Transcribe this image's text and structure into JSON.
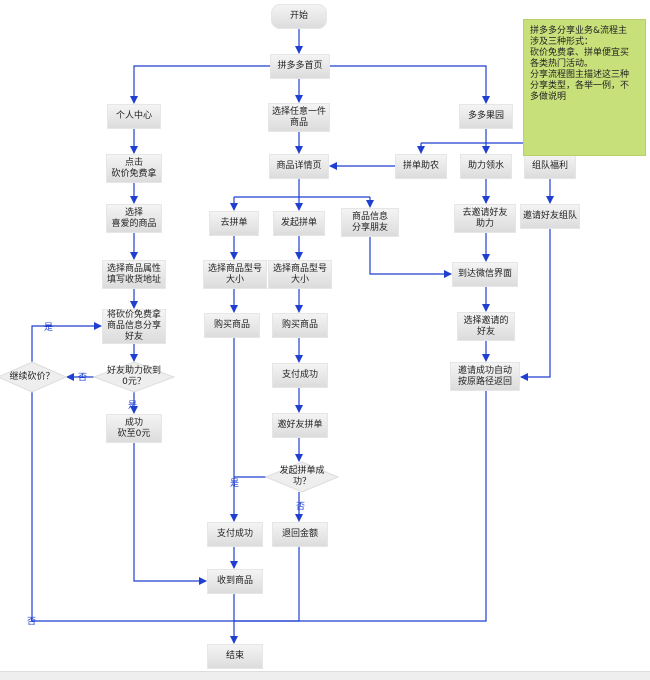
{
  "nodes": {
    "start": "开始",
    "home": "拼多多首页",
    "personal_center": "个人中心",
    "select_any_product": "选择任意一件\n商品",
    "orchard": "多多果园",
    "bargain_free": "点击\n砍价免费拿",
    "product_detail": "商品详情页",
    "pin_farming": "拼单助农",
    "help_water": "助力领水",
    "team_benefit": "组队福利",
    "select_favorite": "选择\n喜爱的商品",
    "go_pin": "去拼单",
    "start_pin": "发起拼单",
    "share_info": "商品信息\n分享朋友",
    "invite_help": "去邀请好友\n助力",
    "invite_team": "邀请好友组队",
    "choose_attr": "选择商品属性\n填写收货地址",
    "choose_model_1": "选择商品型号\n大小",
    "choose_model_2": "选择商品型号\n大小",
    "wechat": "到达微信界面",
    "share_bargain": "将砍价免费拿\n商品信息分享\n好友",
    "buy_1": "购买商品",
    "buy_2": "购买商品",
    "choose_friend": "选择邀请的\n好友",
    "bargain_zero": "好友助力砍到\n0元？",
    "continue_bargain": "继续砍价？",
    "pay_success_2": "支付成功",
    "invite_success_return": "邀请成功自动\n按原路径返回",
    "bargain_done": "成功\n砍至0元",
    "invite_pin": "邀好友拼单",
    "pin_success": "发起拼单成\n功？",
    "pay_success_1": "支付成功",
    "refund": "退回金额",
    "receive": "收到商品",
    "end": "结束"
  },
  "labels": {
    "yes": "是",
    "no": "否"
  },
  "note": "拼多多分享业务&流程主\n涉及三种形式：\n砍价免费拿、拼单便宜买\n各类热门活动。\n分享流程图主描述这三种\n分享类型，各举一例，不\n多做说明",
  "colors": {
    "connector": "#1f3fd1",
    "node_fill_top": "#f4f4f4",
    "node_fill_bottom": "#dcdcdc",
    "note_fill": "#c8e07a"
  }
}
